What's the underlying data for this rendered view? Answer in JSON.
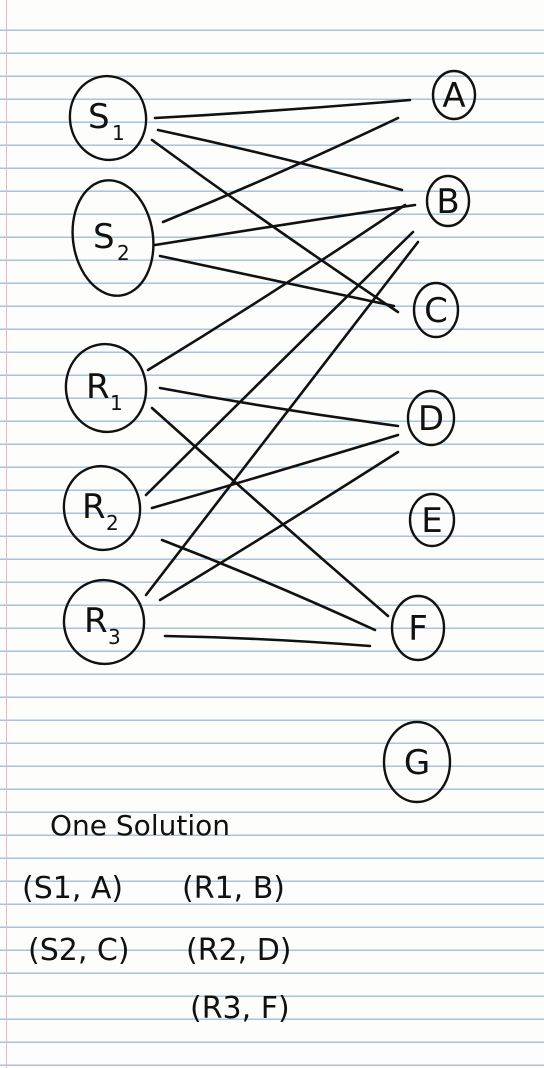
{
  "diagram": {
    "left_nodes": [
      {
        "id": "S1",
        "letter": "S",
        "sub": "1"
      },
      {
        "id": "S2",
        "letter": "S",
        "sub": "2"
      },
      {
        "id": "R1",
        "letter": "R",
        "sub": "1"
      },
      {
        "id": "R2",
        "letter": "R",
        "sub": "2"
      },
      {
        "id": "R3",
        "letter": "R",
        "sub": "3"
      }
    ],
    "right_nodes": [
      {
        "id": "A",
        "label": "A"
      },
      {
        "id": "B",
        "label": "B"
      },
      {
        "id": "C",
        "label": "C"
      },
      {
        "id": "D",
        "label": "D"
      },
      {
        "id": "E",
        "label": "E"
      },
      {
        "id": "F",
        "label": "F"
      },
      {
        "id": "G",
        "label": "G"
      }
    ],
    "edges": [
      [
        "S1",
        "A"
      ],
      [
        "S1",
        "B"
      ],
      [
        "S1",
        "C"
      ],
      [
        "S2",
        "A"
      ],
      [
        "S2",
        "B"
      ],
      [
        "S2",
        "C"
      ],
      [
        "R1",
        "B"
      ],
      [
        "R1",
        "D"
      ],
      [
        "R1",
        "F"
      ],
      [
        "R2",
        "B"
      ],
      [
        "R2",
        "D"
      ],
      [
        "R2",
        "F"
      ],
      [
        "R3",
        "B"
      ],
      [
        "R3",
        "D"
      ],
      [
        "R3",
        "F"
      ]
    ]
  },
  "solution": {
    "title": "One Solution",
    "pairs": [
      "(S1, A)",
      "(R1, B)",
      "(S2, C)",
      "(R2, D)",
      "(R3, F)"
    ]
  }
}
